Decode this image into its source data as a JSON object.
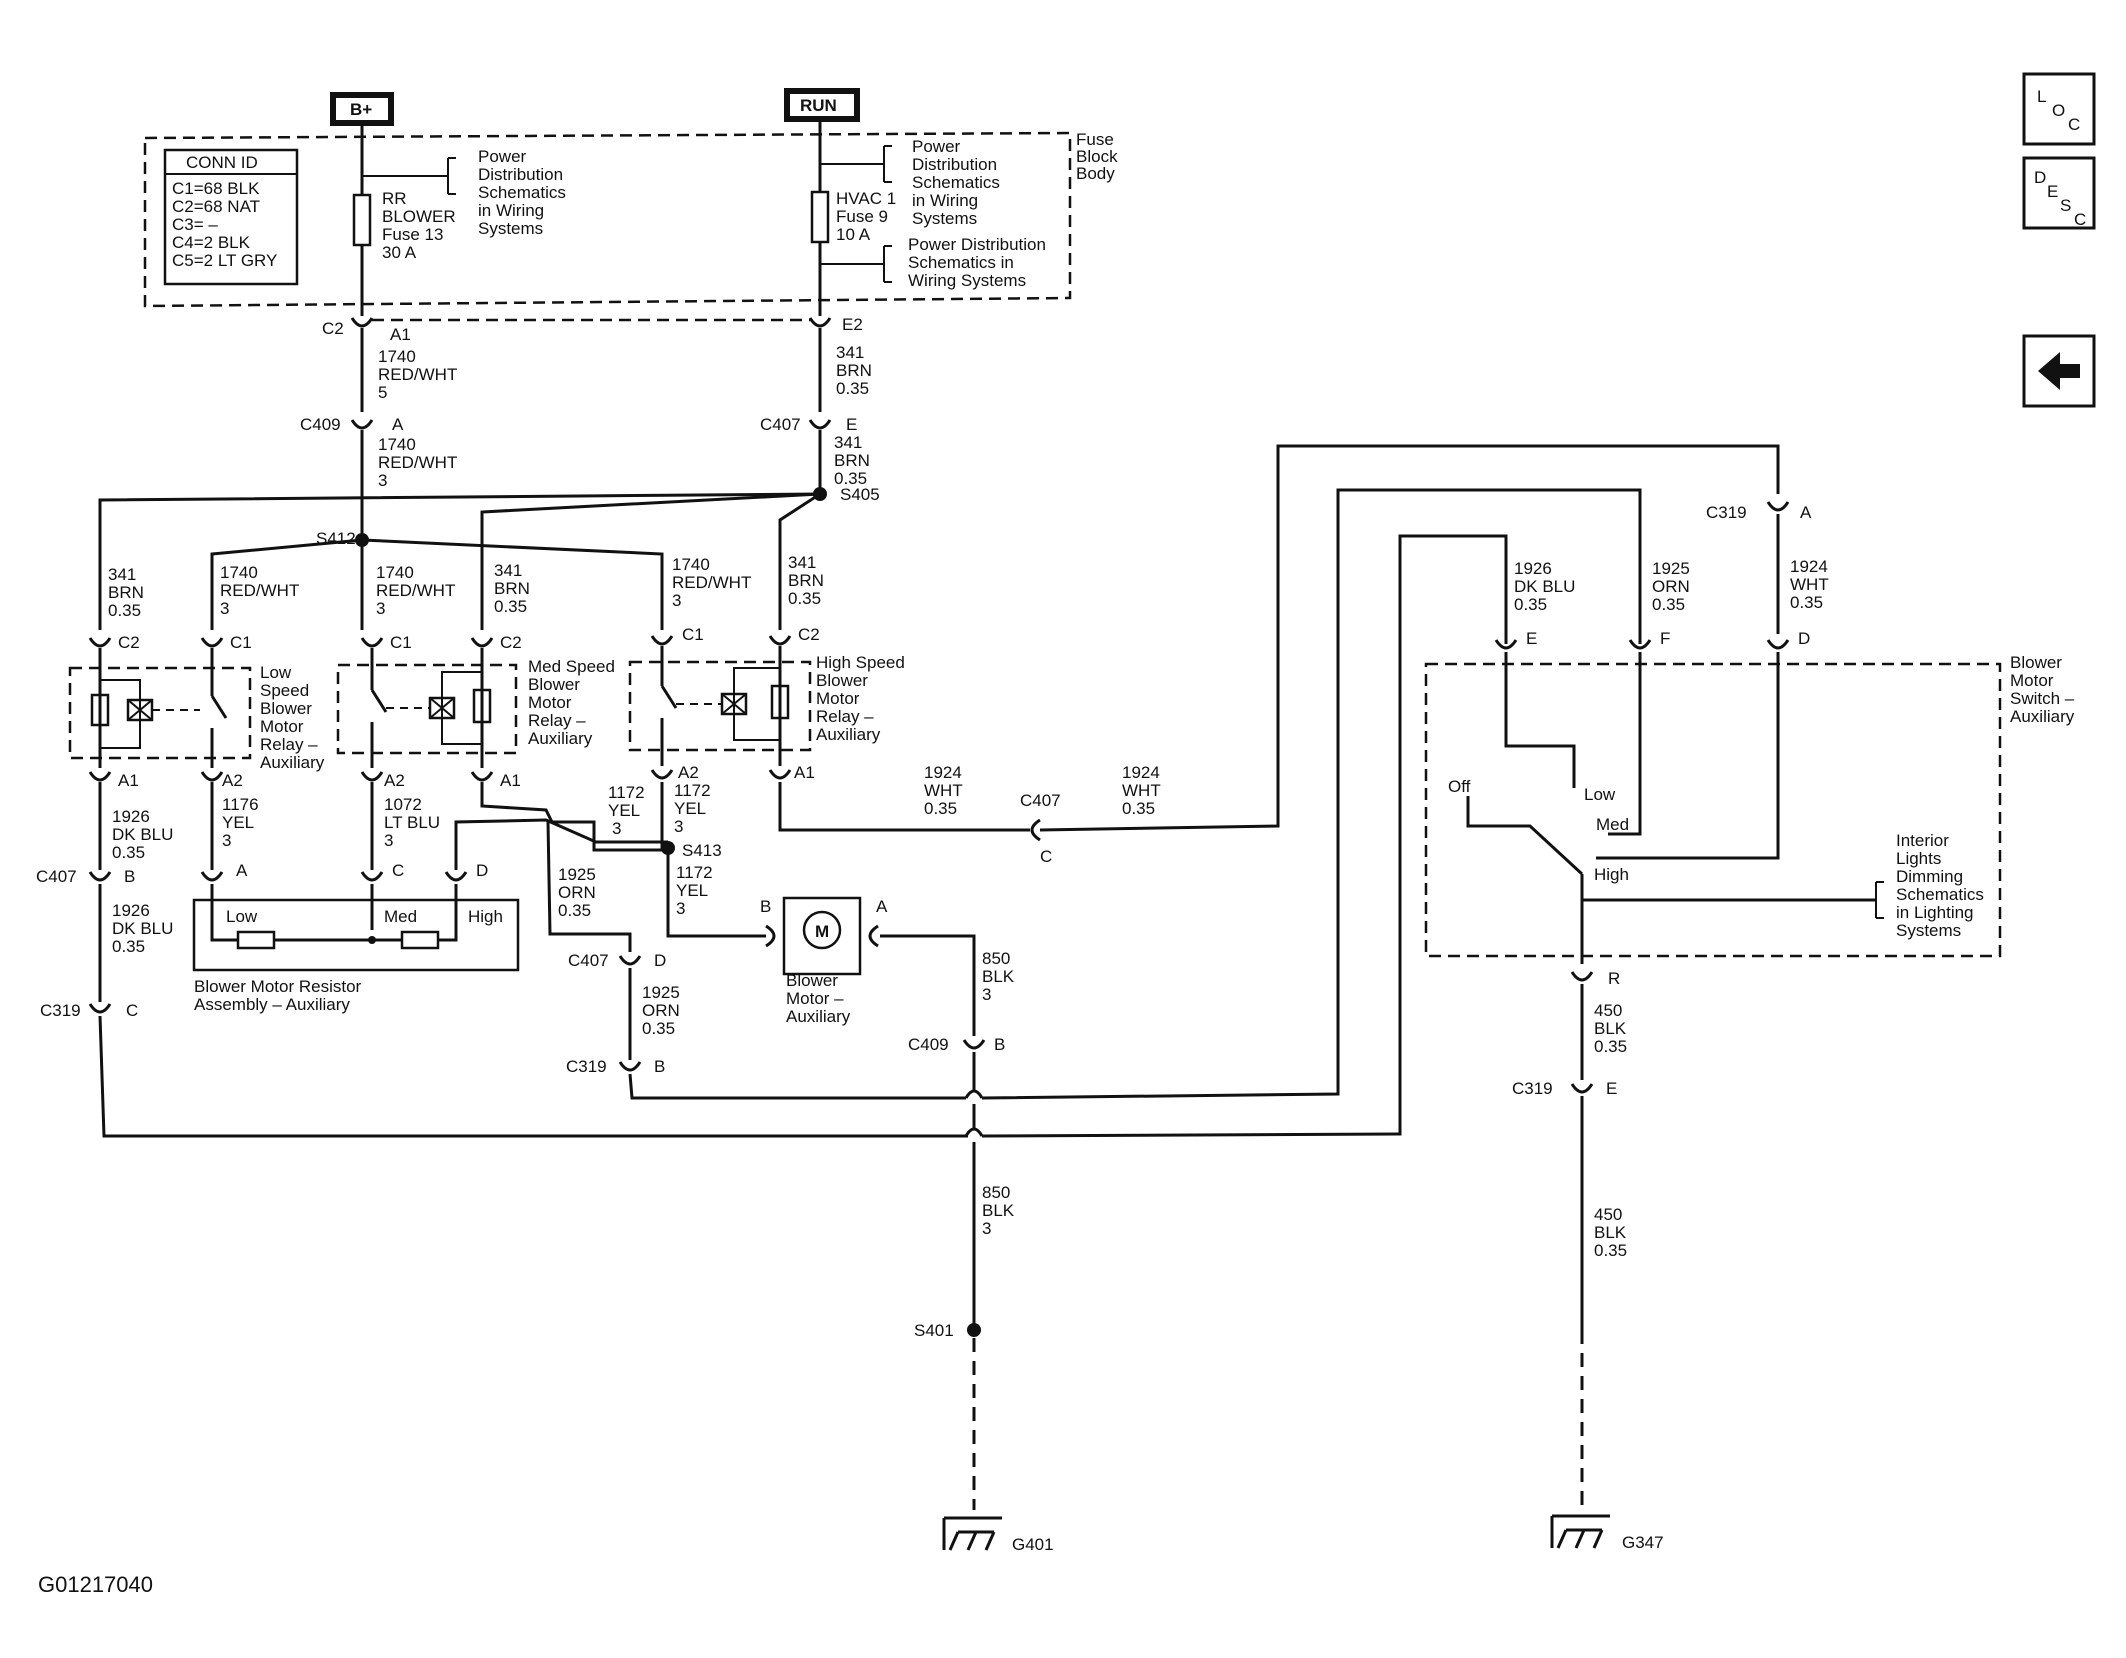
{
  "figure_id": "G01217040",
  "nav": {
    "loc": [
      "L",
      "O",
      "C"
    ],
    "desc": [
      "D",
      "E",
      "S",
      "C"
    ]
  },
  "power": {
    "bplus": "B+",
    "run": "RUN"
  },
  "fuse_block": {
    "label": [
      "Fuse",
      "Block",
      "Body"
    ],
    "conn_id": {
      "title": "CONN ID",
      "rows": [
        "C1=68 BLK",
        "C2=68 NAT",
        "C3= –",
        "C4=2 BLK",
        "C5=2 LT GRY"
      ]
    },
    "rr_fuse": [
      "RR",
      "BLOWER",
      "Fuse 13",
      "30 A"
    ],
    "hvac_fuse": [
      "HVAC 1",
      "Fuse 9",
      "10 A"
    ],
    "pd_ref_1": [
      "Power",
      "Distribution",
      "Schematics",
      "in Wiring",
      "Systems"
    ],
    "pd_ref_2": [
      "Power",
      "Distribution",
      "Schematics",
      "in Wiring",
      "Systems"
    ],
    "pd_ref_3": [
      "Power Distribution",
      "Schematics in",
      "Wiring Systems"
    ]
  },
  "connectors": {
    "c2_a1": {
      "conn": "C2",
      "pin": "A1"
    },
    "e2": {
      "pin": "E2"
    },
    "c409_a": {
      "conn": "C409",
      "pin": "A"
    },
    "c407_e": {
      "conn": "C407",
      "pin": "E"
    },
    "c319_a": {
      "conn": "C319",
      "pin": "A"
    },
    "c407_b": {
      "conn": "C407",
      "pin": "B"
    },
    "c319_c": {
      "conn": "C319",
      "pin": "C"
    },
    "c407_d": {
      "conn": "C407",
      "pin": "D"
    },
    "c319_b": {
      "conn": "C319",
      "pin": "B"
    },
    "c409_b": {
      "conn": "C409",
      "pin": "B"
    },
    "c407_c": {
      "conn": "C407",
      "pin": "C"
    },
    "c319_e": {
      "conn": "C319",
      "pin": "E"
    },
    "sw_e": "E",
    "sw_f": "F",
    "sw_d": "D",
    "sw_r": "R",
    "relay_pins": {
      "c1": "C1",
      "c2": "C2",
      "a1": "A1",
      "a2": "A2"
    },
    "res_pins": {
      "a": "A",
      "c": "C",
      "d": "D"
    },
    "motor_pins": {
      "b": "B",
      "a": "A"
    }
  },
  "splices": {
    "s405": "S405",
    "s412": "S412",
    "s413": "S413",
    "s401": "S401"
  },
  "grounds": {
    "g401": "G401",
    "g347": "G347"
  },
  "wires": {
    "w1740_5": [
      "1740",
      "RED/WHT",
      "5"
    ],
    "w1740_3a": [
      "1740",
      "RED/WHT",
      "3"
    ],
    "w341_e2": [
      "341",
      "BRN",
      "0.35"
    ],
    "w341_s405": [
      "341",
      "BRN",
      "0.35"
    ],
    "w341_low": [
      "341",
      "BRN",
      "0.35"
    ],
    "w1740_low": [
      "1740",
      "RED/WHT",
      "3"
    ],
    "w1740_med": [
      "1740",
      "RED/WHT",
      "3"
    ],
    "w341_med": [
      "341",
      "BRN",
      "0.35"
    ],
    "w1740_high": [
      "1740",
      "RED/WHT",
      "3"
    ],
    "w341_high": [
      "341",
      "BRN",
      "0.35"
    ],
    "w1926_a": [
      "1926",
      "DK BLU",
      "0.35"
    ],
    "w1926_b": [
      "1926",
      "DK BLU",
      "0.35"
    ],
    "w1176": [
      "1176",
      "YEL",
      "3"
    ],
    "w1072": [
      "1072",
      "LT BLU",
      "3"
    ],
    "w1172_a": [
      "1172",
      "YEL",
      "3"
    ],
    "w1172_b": [
      "1172",
      "YEL",
      "3"
    ],
    "w1172_c": [
      "1172",
      "YEL",
      "3"
    ],
    "w1925_a": [
      "1925",
      "ORN",
      "0.35"
    ],
    "w1925_b": [
      "1925",
      "ORN",
      "0.35"
    ],
    "w1924_a": [
      "1924",
      "WHT",
      "0.35"
    ],
    "w1924_b": [
      "1924",
      "WHT",
      "0.35"
    ],
    "w1926_sw": [
      "1926",
      "DK BLU",
      "0.35"
    ],
    "w1925_sw": [
      "1925",
      "ORN",
      "0.35"
    ],
    "w1924_sw": [
      "1924",
      "WHT",
      "0.35"
    ],
    "w850_a": [
      "850",
      "BLK",
      "3"
    ],
    "w850_b": [
      "850",
      "BLK",
      "3"
    ],
    "w450_a": [
      "450",
      "BLK",
      "0.35"
    ],
    "w450_b": [
      "450",
      "BLK",
      "0.35"
    ]
  },
  "components": {
    "low_relay": [
      "Low",
      "Speed",
      "Blower",
      "Motor",
      "Relay –",
      "Auxiliary"
    ],
    "med_relay": [
      "Med Speed",
      "Blower",
      "Motor",
      "Relay –",
      "Auxiliary"
    ],
    "high_relay": [
      "High Speed",
      "Blower",
      "Motor",
      "Relay –",
      "Auxiliary"
    ],
    "resistor": {
      "low": "Low",
      "med": "Med",
      "high": "High",
      "name": [
        "Blower Motor Resistor",
        "Assembly – Auxiliary"
      ]
    },
    "motor": {
      "symbol": "M",
      "name": [
        "Blower",
        "Motor –",
        "Auxiliary"
      ]
    },
    "switch": {
      "name": [
        "Blower",
        "Motor",
        "Switch –",
        "Auxiliary"
      ],
      "positions": {
        "off": "Off",
        "low": "Low",
        "med": "Med",
        "high": "High"
      },
      "dimming_ref": [
        "Interior",
        "Lights",
        "Dimming",
        "Schematics",
        "in Lighting",
        "Systems"
      ]
    }
  }
}
